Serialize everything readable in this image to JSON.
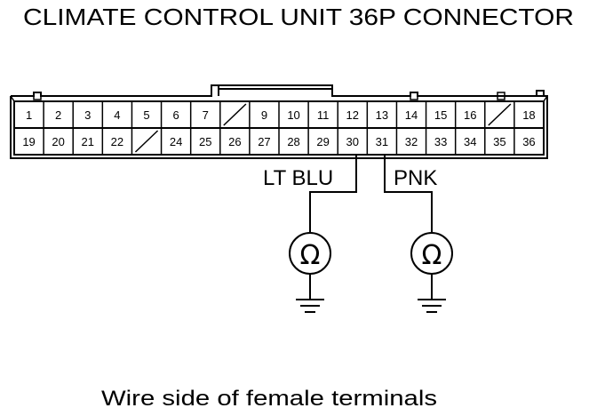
{
  "title": "CLIMATE CONTROL UNIT 36P CONNECTOR",
  "caption": "Wire side of female terminals",
  "connector": {
    "top_row": [
      "1",
      "2",
      "3",
      "4",
      "5",
      "6",
      "7",
      "",
      "9",
      "10",
      "11",
      "12",
      "13",
      "14",
      "15",
      "16",
      "",
      "18"
    ],
    "bottom_row": [
      "19",
      "20",
      "21",
      "22",
      "",
      "24",
      "25",
      "26",
      "27",
      "28",
      "29",
      "30",
      "31",
      "32",
      "33",
      "34",
      "35",
      "36"
    ]
  },
  "probes": [
    {
      "terminal": "30",
      "wire_color": "LT BLU",
      "meter_symbol": "Ω"
    },
    {
      "terminal": "31",
      "wire_color": "PNK",
      "meter_symbol": "Ω"
    }
  ]
}
